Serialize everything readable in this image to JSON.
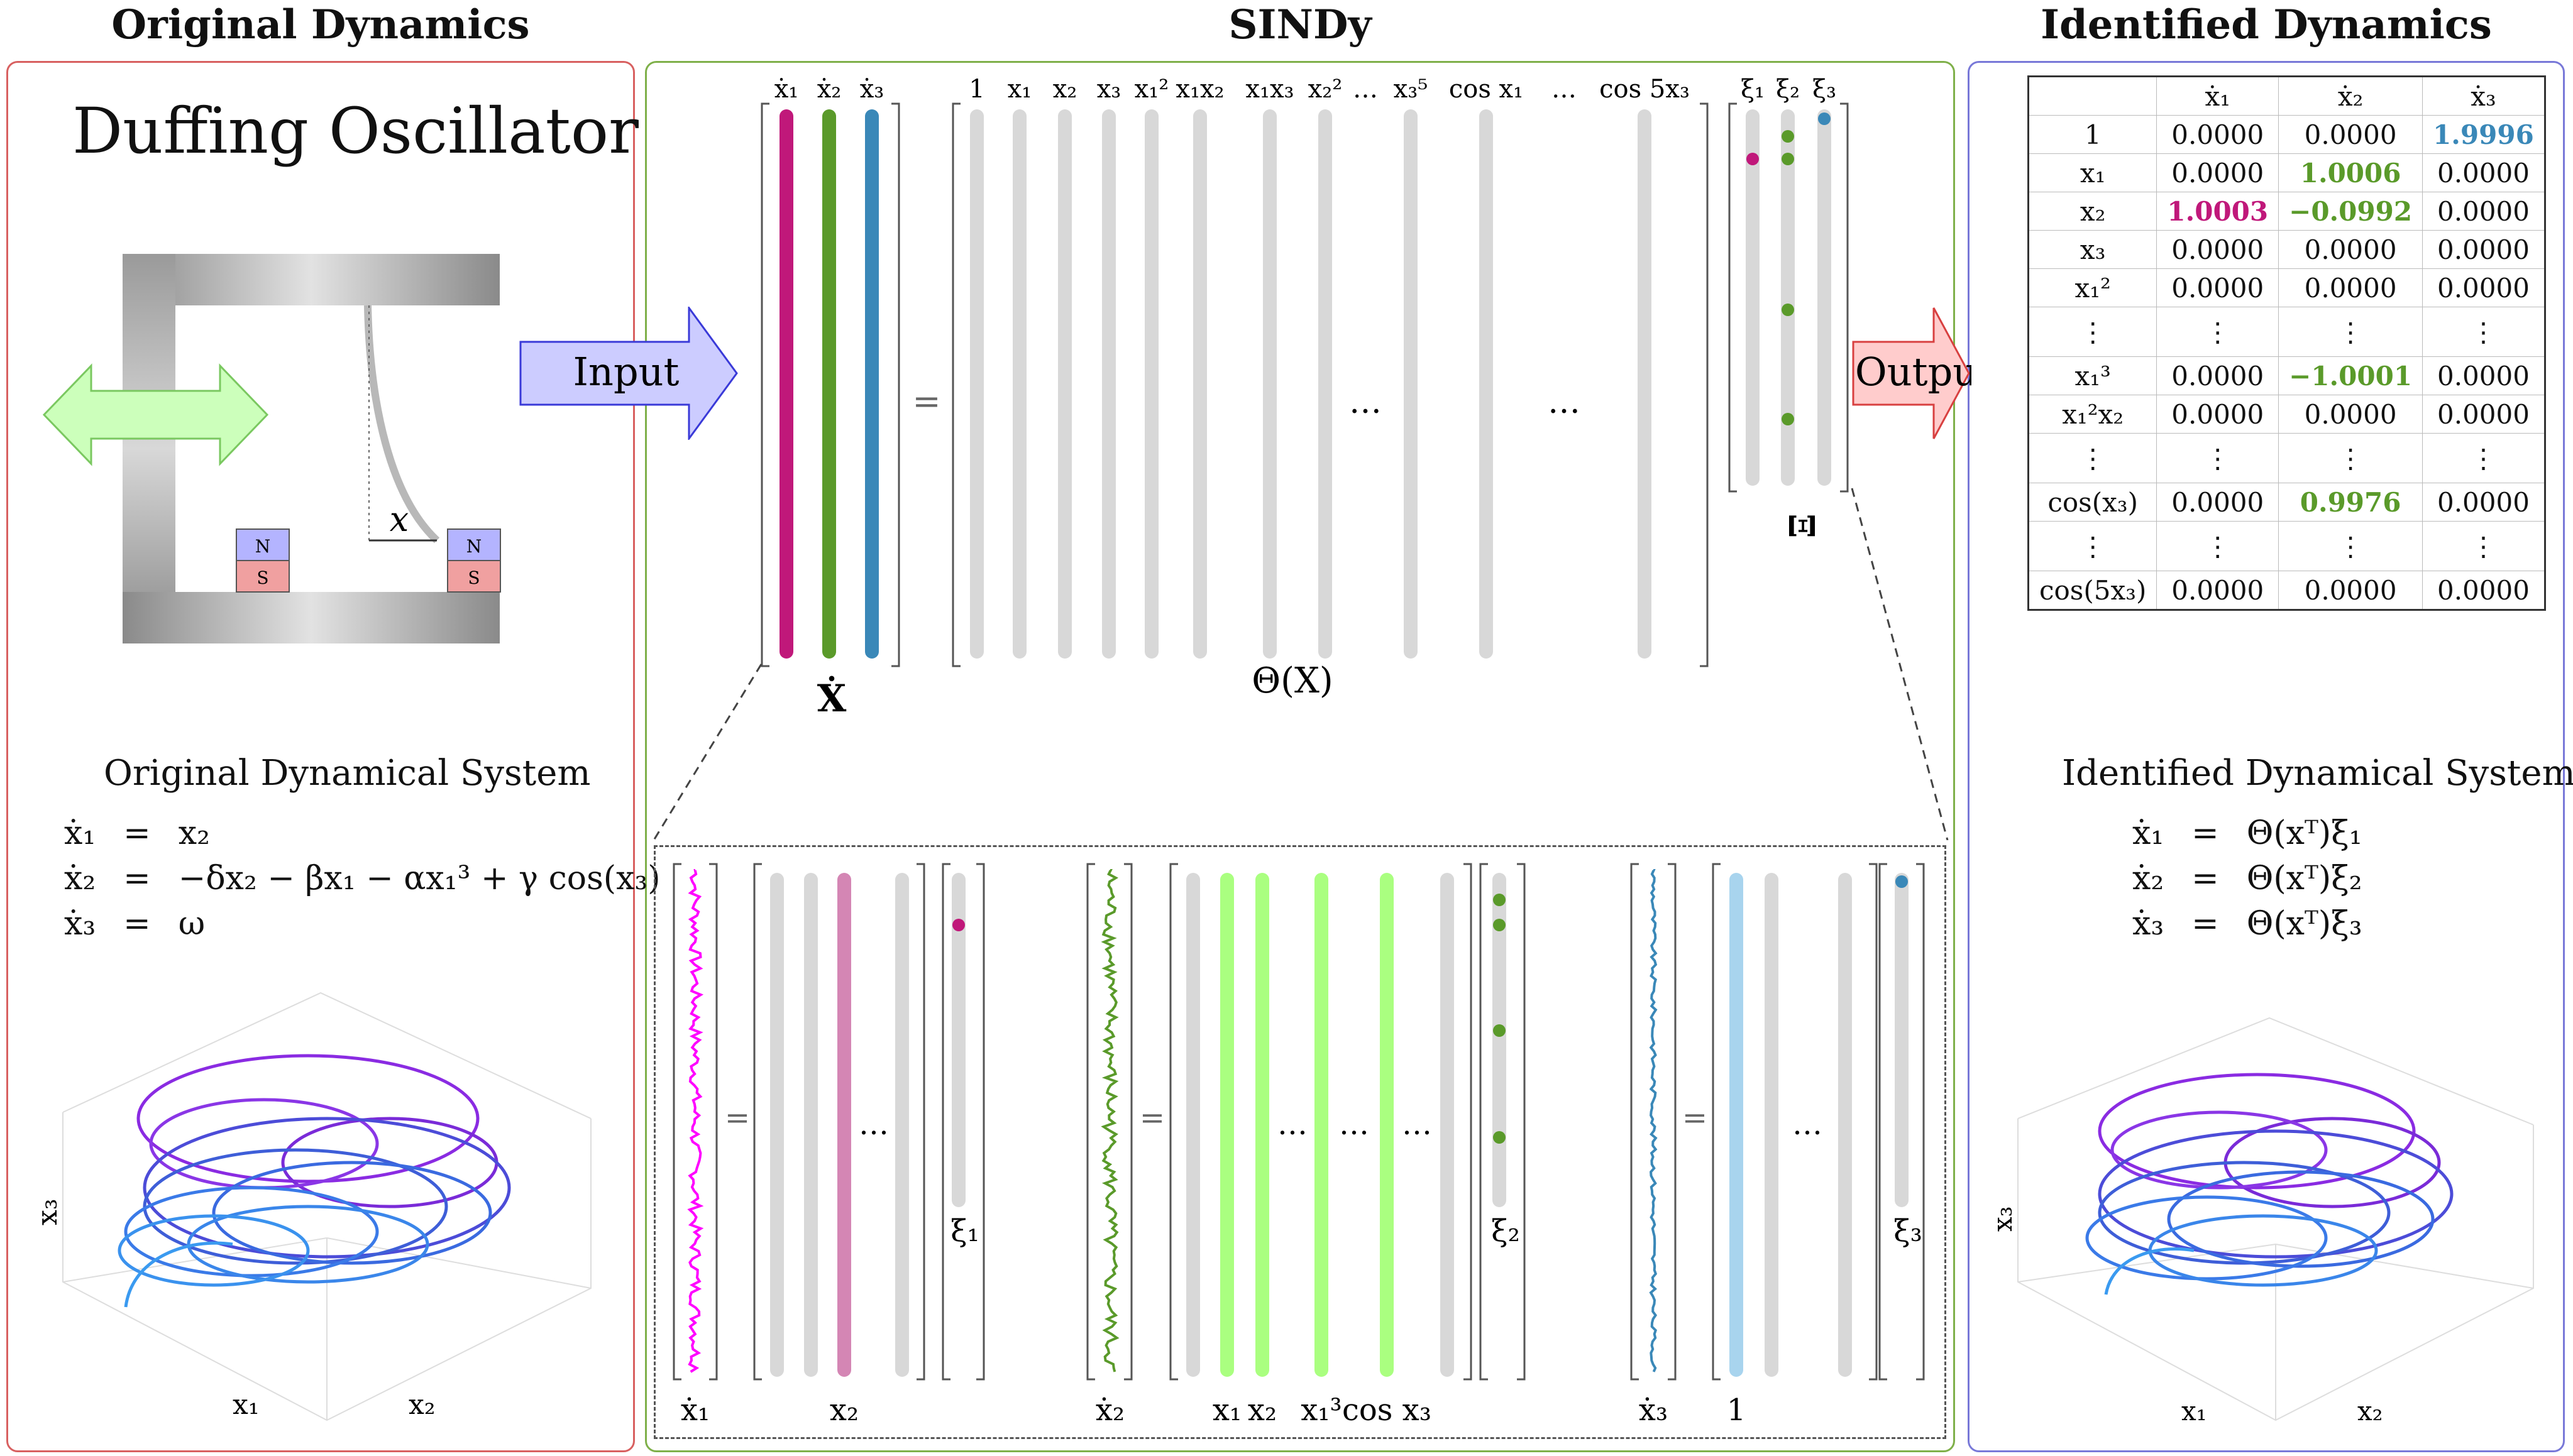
{
  "colors": {
    "original": "#8b1a1a",
    "sindy": "#6ca836",
    "identified": "#1a1a8c",
    "magenta": "#c0187a",
    "green": "#5a9a2a",
    "blue": "#3a88b8",
    "highlight_magenta": "#ff00ff",
    "light_green": "#aaff80",
    "light_blue": "#a8d4ee",
    "pink_col": "#d486b4",
    "grey_col": "#d8d8d8"
  },
  "sections": {
    "original_title": "Original Dynamics",
    "sindy_title": "SINDy",
    "identified_title": "Identified Dynamics"
  },
  "left": {
    "oscillator_title": "Duffing Oscillator",
    "x_label": "x",
    "magnet_north": "N",
    "magnet_south": "S",
    "system_title": "Original Dynamical System",
    "equations": [
      {
        "lhs": "ẋ₁",
        "eq": "=",
        "rhs": "x₂"
      },
      {
        "lhs": "ẋ₂",
        "eq": "=",
        "rhs": "−δx₂ − βx₁ − αx₁³ + γ cos(x₃)"
      },
      {
        "lhs": "ẋ₃",
        "eq": "=",
        "rhs": "ω"
      }
    ],
    "axis_x1": "x₁",
    "axis_x2": "x₂",
    "axis_x3": "x₃"
  },
  "arrows": {
    "input": "Input",
    "output": "Output"
  },
  "sindy": {
    "xdot_headers": [
      "ẋ₁",
      "ẋ₂",
      "ẋ₃"
    ],
    "xdot_label": "Ẋ",
    "theta_headers": [
      "1",
      "x₁",
      "x₂",
      "x₃",
      "x₁²",
      "x₁x₂",
      "x₁x₃",
      "x₂²",
      "…",
      "x₃⁵",
      "cos x₁",
      "…",
      "cos 5x₃"
    ],
    "theta_dots": "…",
    "theta_label": "Θ(X)",
    "xi_headers": [
      "ξ₁",
      "ξ₂",
      "ξ₃"
    ],
    "xi_label": "Ξ",
    "equals": "=",
    "bottom": [
      {
        "lhs": "ẋ₁",
        "terms": [
          "x₂"
        ],
        "xi": "ξ₁"
      },
      {
        "lhs": "ẋ₂",
        "terms": [
          "x₁",
          "x₂",
          "x₁³",
          "cos x₃"
        ],
        "xi": "ξ₂"
      },
      {
        "lhs": "ẋ₃",
        "terms": [
          "1"
        ],
        "xi": "ξ₃"
      }
    ]
  },
  "right": {
    "table_header": [
      "",
      "ẋ₁",
      "ẋ₂",
      "ẋ₃"
    ],
    "table_rows": [
      {
        "term": "1",
        "values": [
          "0.0000",
          "0.0000",
          "1.9996"
        ],
        "hi": [
          null,
          null,
          "blue"
        ]
      },
      {
        "term": "x₁",
        "values": [
          "0.0000",
          "1.0006",
          "0.0000"
        ],
        "hi": [
          null,
          "green",
          null
        ]
      },
      {
        "term": "x₂",
        "values": [
          "1.0003",
          "−0.0992",
          "0.0000"
        ],
        "hi": [
          "magenta",
          "green",
          null
        ]
      },
      {
        "term": "x₃",
        "values": [
          "0.0000",
          "0.0000",
          "0.0000"
        ],
        "hi": [
          null,
          null,
          null
        ]
      },
      {
        "term": "x₁²",
        "values": [
          "0.0000",
          "0.0000",
          "0.0000"
        ],
        "hi": [
          null,
          null,
          null
        ]
      },
      {
        "term": "⋮",
        "values": [
          "⋮",
          "⋮",
          "⋮"
        ],
        "hi": [
          null,
          null,
          null
        ],
        "sep": true
      },
      {
        "term": "x₁³",
        "values": [
          "0.0000",
          "−1.0001",
          "0.0000"
        ],
        "hi": [
          null,
          "green",
          null
        ]
      },
      {
        "term": "x₁²x₂",
        "values": [
          "0.0000",
          "0.0000",
          "0.0000"
        ],
        "hi": [
          null,
          null,
          null
        ]
      },
      {
        "term": "⋮",
        "values": [
          "⋮",
          "⋮",
          "⋮"
        ],
        "hi": [
          null,
          null,
          null
        ],
        "sep": true
      },
      {
        "term": "cos(x₃)",
        "values": [
          "0.0000",
          "0.9976",
          "0.0000"
        ],
        "hi": [
          null,
          "green",
          null
        ]
      },
      {
        "term": "⋮",
        "values": [
          "⋮",
          "⋮",
          "⋮"
        ],
        "hi": [
          null,
          null,
          null
        ],
        "sep": true
      },
      {
        "term": "cos(5x₃)",
        "values": [
          "0.0000",
          "0.0000",
          "0.0000"
        ],
        "hi": [
          null,
          null,
          null
        ]
      }
    ],
    "system_title": "Identified Dynamical System",
    "equations": [
      {
        "lhs": "ẋ₁",
        "eq": "=",
        "rhs": "Θ(xᵀ)ξ₁"
      },
      {
        "lhs": "ẋ₂",
        "eq": "=",
        "rhs": "Θ(xᵀ)ξ₂"
      },
      {
        "lhs": "ẋ₃",
        "eq": "=",
        "rhs": "Θ(xᵀ)ξ₃"
      }
    ],
    "axis_x1": "x₁",
    "axis_x2": "x₂",
    "axis_x3": "x₃"
  }
}
